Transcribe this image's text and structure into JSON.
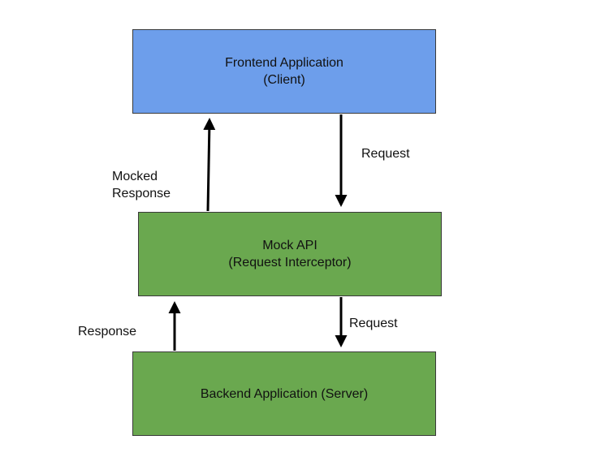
{
  "colors": {
    "client_fill": "#6d9eeb",
    "proxy_fill": "#6aa84f",
    "border": "#3a3a3a",
    "arrow": "#000000"
  },
  "nodes": {
    "frontend": {
      "line1": "Frontend Application",
      "line2": "(Client)"
    },
    "mock_api": {
      "line1": "Mock API",
      "line2": "(Request Interceptor)"
    },
    "backend": {
      "line1": "Backend Application (Server)"
    }
  },
  "edges": {
    "mocked_response": {
      "line1": "Mocked",
      "line2": "Response"
    },
    "request_to_mock": {
      "text": "Request"
    },
    "response": {
      "text": "Response"
    },
    "request_to_backend": {
      "text": "Request"
    }
  }
}
